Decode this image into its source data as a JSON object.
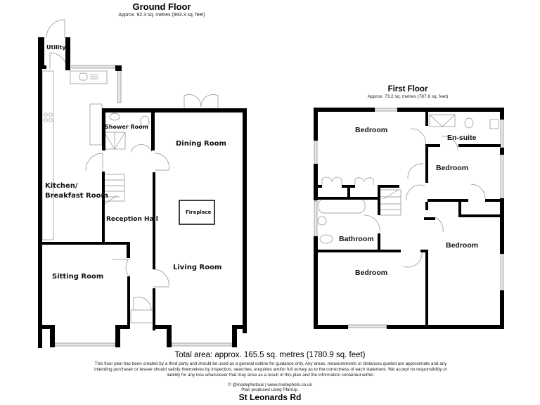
{
  "ground_floor": {
    "title": "Ground Floor",
    "area": "Approx. 92.3 sq. metres (993.3 sq. feet)",
    "rooms": {
      "utility": "Utility",
      "shower_room": "Shower Room",
      "kitchen_line1": "Kitchen/",
      "kitchen_line2": "Breakfast Room",
      "reception_hall": "Reception Hall",
      "sitting_room": "Sitting Room",
      "dining_room": "Dining Room",
      "living_room": "Living Room",
      "fireplace": "Fireplace"
    }
  },
  "first_floor": {
    "title": "First Floor",
    "area": "Approx. 73.2 sq. metres (787.6 sq. feet)",
    "rooms": {
      "bedroom_1": "Bedroom",
      "en_suite": "En-suite",
      "bedroom_2": "Bedroom",
      "bathroom": "Bathroom",
      "bedroom_3": "Bedroom",
      "bedroom_4": "Bedroom"
    }
  },
  "footer": {
    "total_area": "Total area: approx. 165.5 sq. metres (1780.9 sq. feet)",
    "disclaimer": "This floor plan has been created by a third party and should be used as a general outline for guidance only. Any areas, measurements or distances quoted are approximate and any intending purchaser or lessee should satisfy themselves by inspection, searches, enquiries and/or full survey as to the correctness of each statement. We accept no responsibility or liability for any loss whatsoever that may arise as a result of this plan and the information contained within.",
    "copyright": "© @modephotouk | www.modephoto.co.uk",
    "produced_by": "Plan produced using PlanUp.",
    "street_name": "St Leonards Rd"
  },
  "colors": {
    "wall": "#000000",
    "fixture_line": "#8a8a8a",
    "window_fill": "#e6e6e6",
    "background": "#ffffff"
  }
}
